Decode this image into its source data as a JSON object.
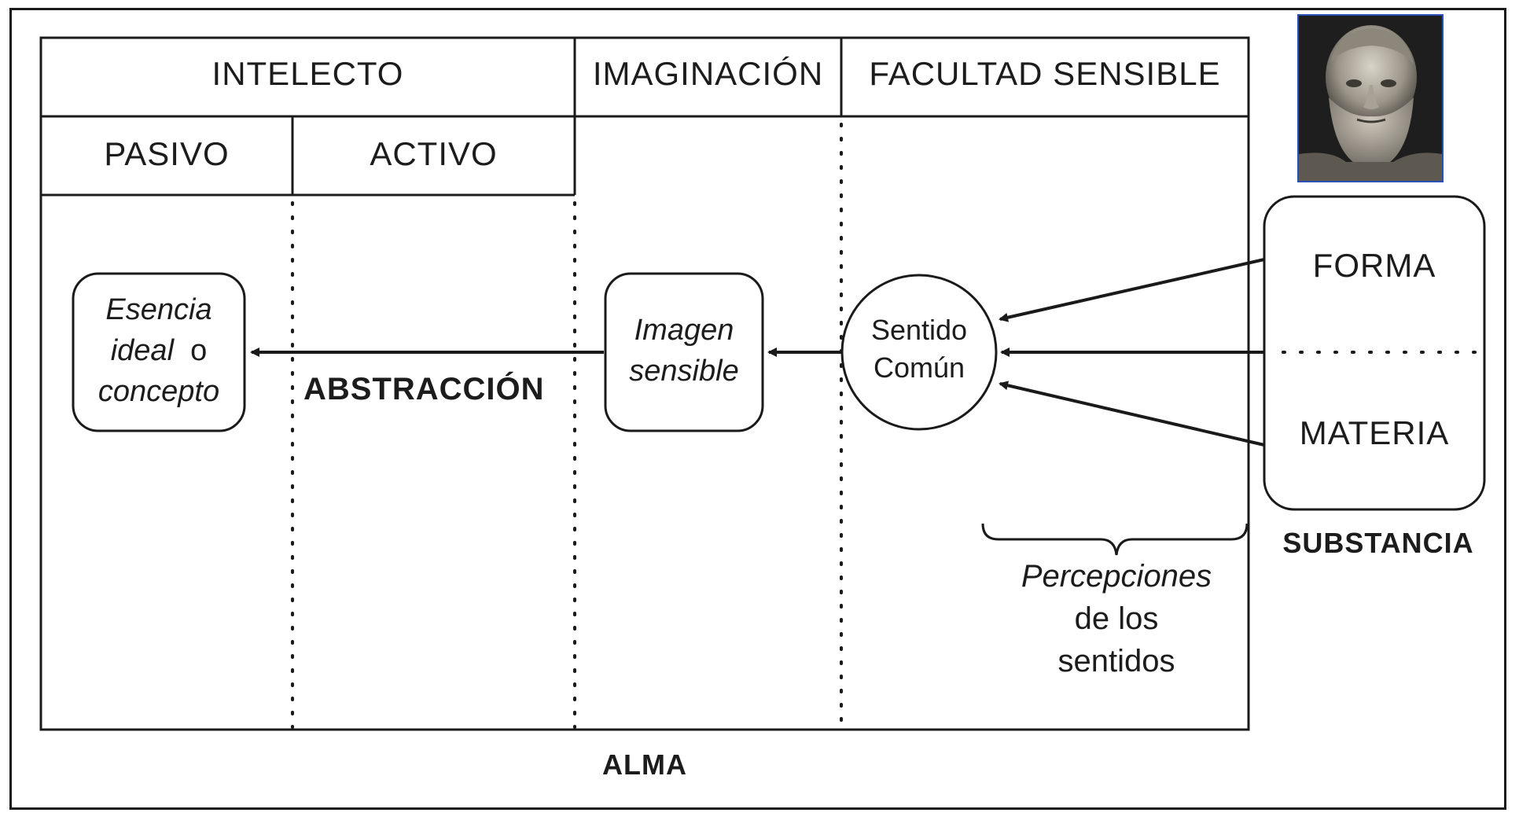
{
  "headers": {
    "intelecto": "INTELECTO",
    "imaginacion": "IMAGINACIÓN",
    "facultad_sensible": "FACULTAD SENSIBLE",
    "pasivo": "PASIVO",
    "activo": "ACTIVO"
  },
  "nodes": {
    "esencia_line1": "Esencia",
    "esencia_line2_ideal": "ideal",
    "esencia_line2_o": "o",
    "esencia_line3": "concepto",
    "imagen_line1": "Imagen",
    "imagen_line2": "sensible",
    "sentido_line1": "Sentido",
    "sentido_line2": "Común"
  },
  "labels": {
    "abstraccion": "ABSTRACCIÓN",
    "alma": "ALMA",
    "forma": "FORMA",
    "materia": "MATERIA",
    "substancia": "SUBSTANCIA",
    "percepciones_line1": "Percepciones",
    "percepciones_line2": "de los",
    "percepciones_line3": "sentidos"
  },
  "colors": {
    "stroke": "#1a1a1a",
    "portrait_border": "#2a4fb5"
  },
  "icons": {
    "portrait": "aristotle-bust-portrait"
  }
}
